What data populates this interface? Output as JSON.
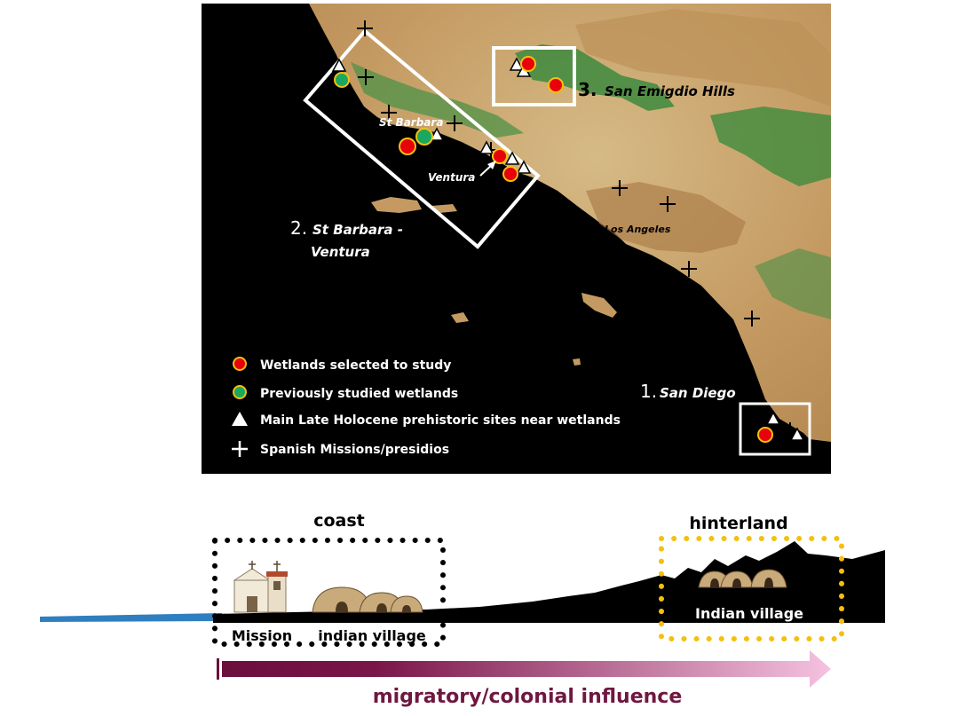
{
  "map": {
    "regions": [
      {
        "number": "1.",
        "name": "San Diego"
      },
      {
        "number": "2.",
        "name_line1": "St Barbara -",
        "name_line2": "Ventura"
      },
      {
        "number": "3.",
        "name": "San Emigdio Hills"
      }
    ],
    "place_labels": {
      "st_barbara": "St Barbara",
      "ventura": "Ventura",
      "los_angeles": "Los Angeles"
    },
    "legend": [
      {
        "symbol": "red-circle",
        "color": "#e8000b",
        "label": "Wetlands selected to study"
      },
      {
        "symbol": "green-circle",
        "color": "#1aa860",
        "label": "Previously studied wetlands"
      },
      {
        "symbol": "triangle",
        "label": "Main Late Holocene prehistoric sites near wetlands"
      },
      {
        "symbol": "cross",
        "label": "Spanish Missions/presidios"
      }
    ]
  },
  "profile": {
    "coast_label": "coast",
    "hinterland_label": "hinterland",
    "mission_label": "Mission",
    "coast_village_label": "indian village",
    "hinterland_village_label": "Indian village",
    "arrow_label": "migratory/colonial influence",
    "colors": {
      "coast_box": "#000000",
      "hinterland_box": "#f4c010",
      "sea": "#2f7fc0",
      "arrow_start": "#6b0f3d",
      "arrow_end": "#f5c2e0",
      "arrow_text": "#6e1840"
    }
  }
}
